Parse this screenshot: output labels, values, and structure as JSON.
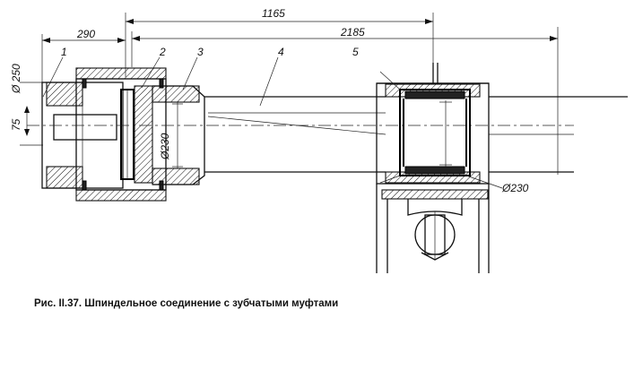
{
  "dimensions": {
    "overall": "1165",
    "left_length": "290",
    "right_length": "2185",
    "dia_left": "Ø 250",
    "offset": "75",
    "dia_sleeve": "Ø230",
    "dia_right": "Ø230"
  },
  "callouts": [
    "1",
    "2",
    "3",
    "4",
    "5"
  ],
  "caption": "Рис. II.37. Шпиндельное соединение с зубчатыми муфтами"
}
